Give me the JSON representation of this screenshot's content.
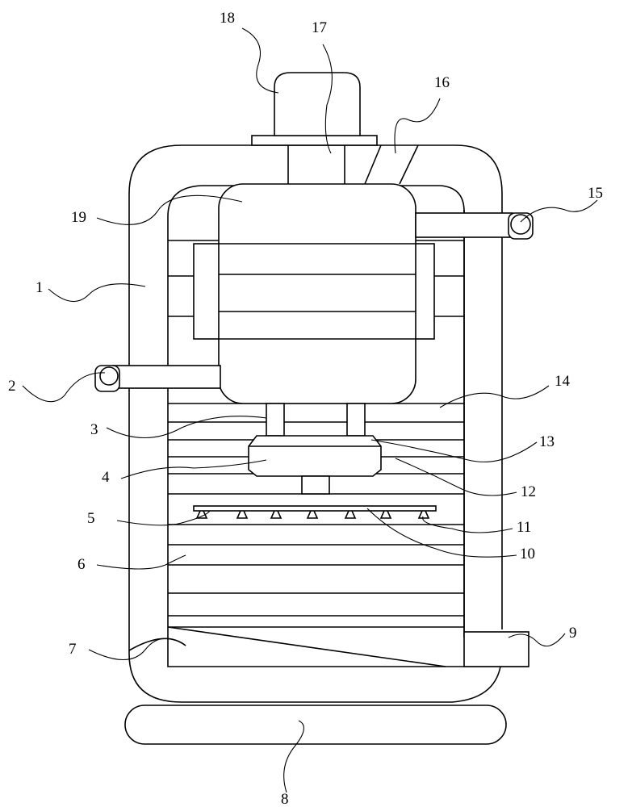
{
  "diagram": {
    "labels": [
      "1",
      "2",
      "3",
      "4",
      "5",
      "6",
      "7",
      "8",
      "9",
      "10",
      "11",
      "12",
      "13",
      "14",
      "15",
      "16",
      "17",
      "18",
      "19"
    ],
    "stroke_color": "#000000",
    "background_color": "#ffffff"
  }
}
